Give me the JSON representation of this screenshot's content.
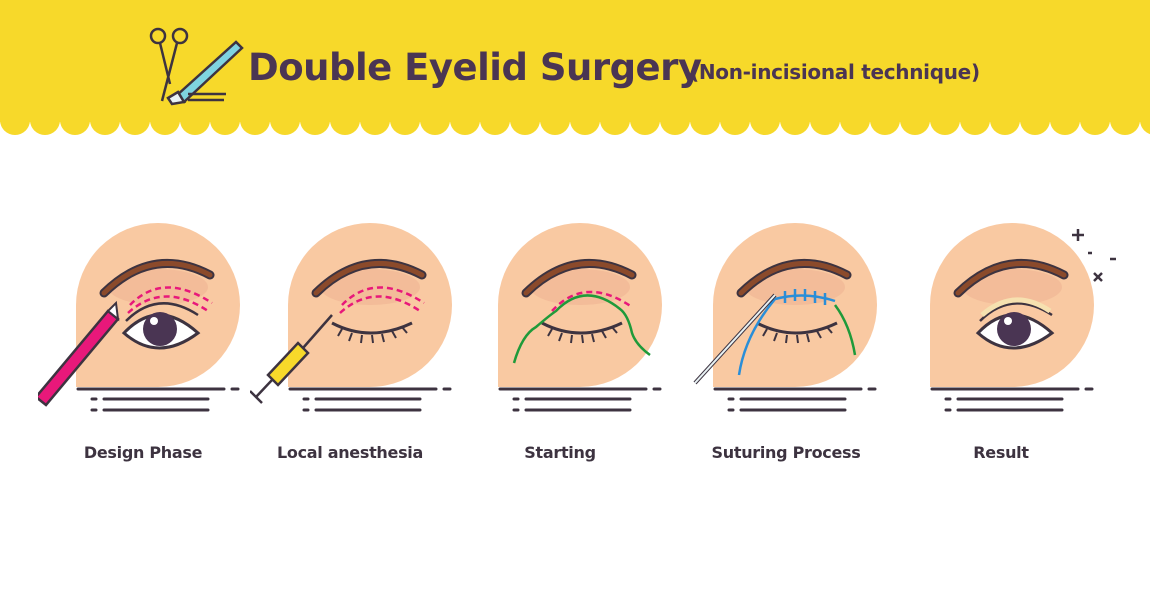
{
  "header": {
    "title": "Double Eyelid Surgery",
    "subtitle": "(Non-incisional technique)"
  },
  "steps": [
    {
      "label": "Design Phase"
    },
    {
      "label": "Local anesthesia"
    },
    {
      "label": "Starting"
    },
    {
      "label": "Suturing Process"
    },
    {
      "label": "Result"
    }
  ],
  "colors": {
    "banner": "#f7d92a",
    "skin": "#f9c9a2",
    "brow": "#8b4a2b",
    "outline": "#4a3553",
    "marker": "#e8187a",
    "thread_green": "#1f9a3a",
    "thread_blue": "#2a8ed8"
  }
}
